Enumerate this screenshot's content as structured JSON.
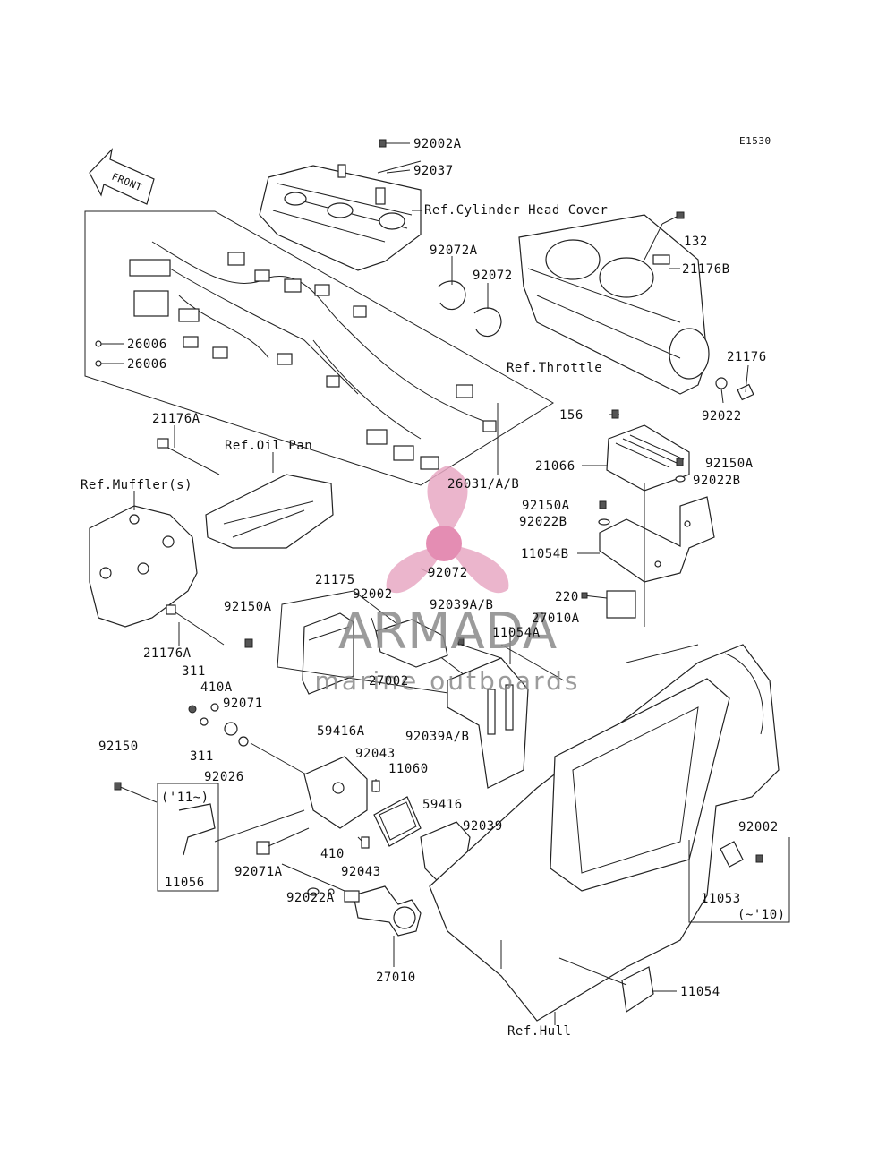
{
  "diagram_code": "E1530",
  "front_label": "FRONT",
  "watermark": {
    "brand": "ARMADA",
    "tagline": "marine outboards",
    "logo_color": "#e8a9c4",
    "logo_center_color": "#e07aa6"
  },
  "labels": {
    "p92002A": "92002A",
    "p92037": "92037",
    "ref_cyl_head": "Ref.Cylinder Head Cover",
    "p92072A": "92072A",
    "p92072_top": "92072",
    "p132": "132",
    "p21176B": "21176B",
    "p26006_a": "26006",
    "p26006_b": "26006",
    "ref_throttle": "Ref.Throttle",
    "p21176": "21176",
    "p92022": "92022",
    "p21176A_top": "21176A",
    "ref_oil_pan": "Ref.Oil Pan",
    "p156": "156",
    "p21066": "21066",
    "p92150A_r": "92150A",
    "p92022B_r": "92022B",
    "ref_muffler": "Ref.Muffler(s)",
    "p26031": "26031/A/B",
    "p92150A_m": "92150A",
    "p92022B_m": "92022B",
    "p11054B": "11054B",
    "p92072_mid": "92072",
    "p220": "220",
    "p21175": "21175",
    "p92002_m": "92002",
    "p92039AB_top": "92039A/B",
    "p27010A": "27010A",
    "p92150A_l": "92150A",
    "p11054A": "11054A",
    "p21176A_bot": "21176A",
    "p27002": "27002",
    "p311_top": "311",
    "p410A": "410A",
    "p92071": "92071",
    "p311_bot": "311",
    "p92026": "92026",
    "p92039AB_mid": "92039A/B",
    "p59416A": "59416A",
    "p92043_top": "92043",
    "p11060": "11060",
    "p92150": "92150",
    "p_11": "('11~)",
    "p59416": "59416",
    "p92039": "92039",
    "p92002_r": "92002",
    "p410": "410",
    "p92043_bot": "92043",
    "p11056": "11056",
    "p92071A": "92071A",
    "p92022A": "92022A",
    "p11053": "11053",
    "p_10": "(~'10)",
    "p27010": "27010",
    "p11054": "11054",
    "ref_hull": "Ref.Hull"
  }
}
